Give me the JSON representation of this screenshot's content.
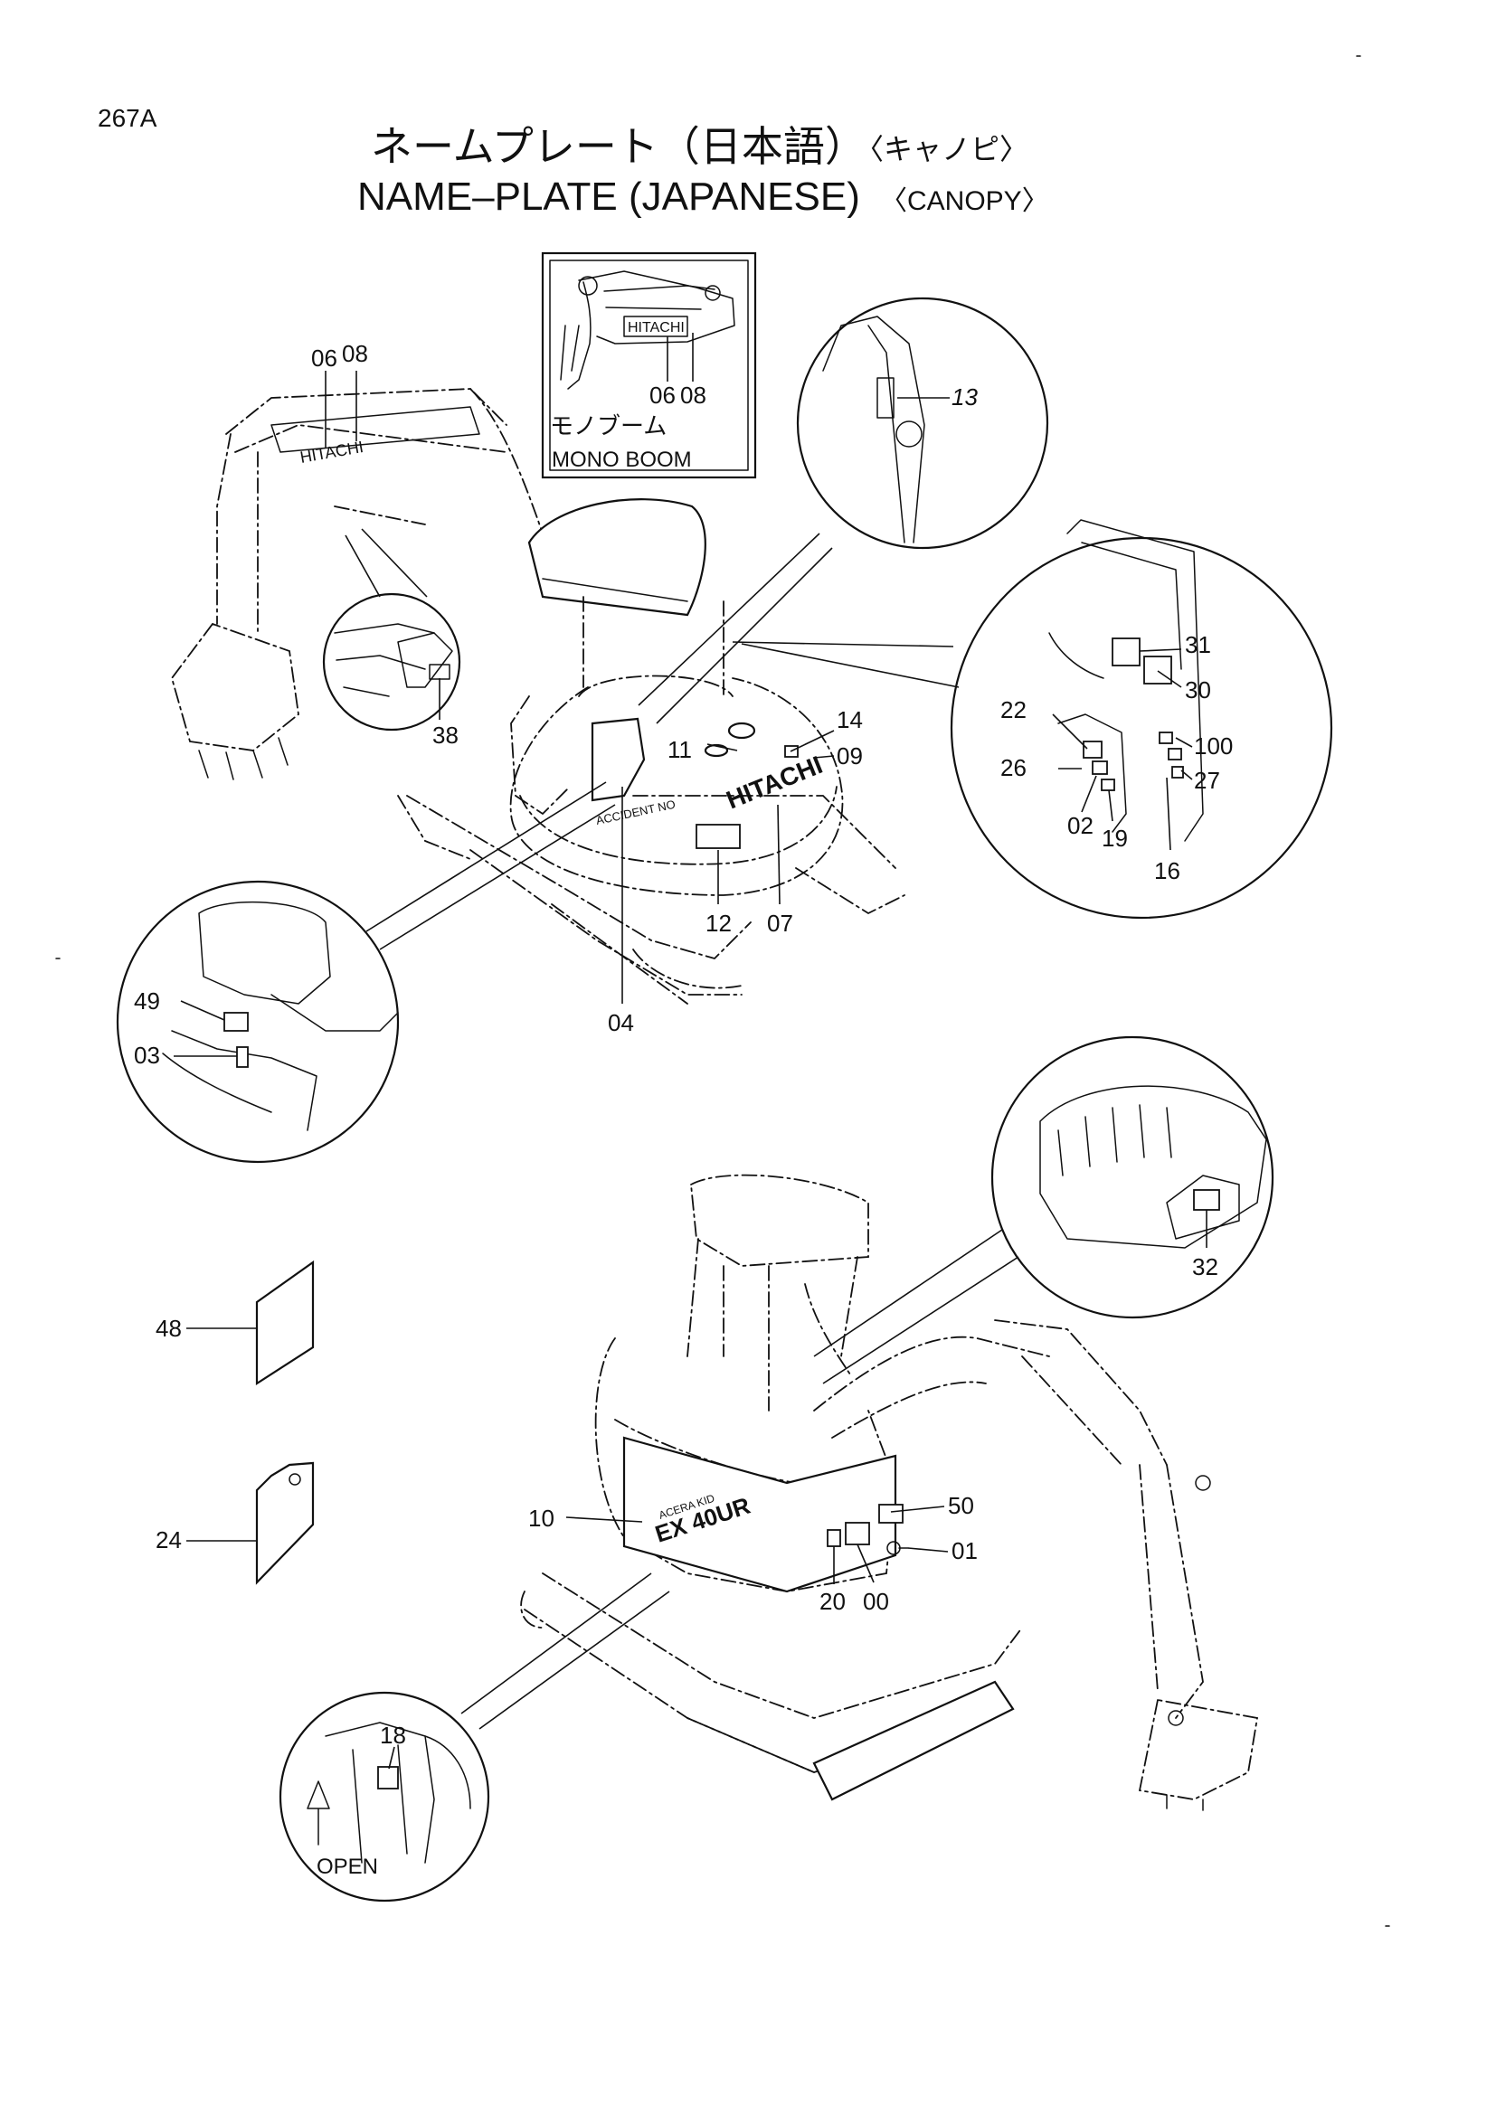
{
  "page": {
    "code": "267A",
    "title_jp": "ネームプレート（日本語）",
    "title_jp_variant": "〈キャノピ〉",
    "title_en": "NAME–PLATE (JAPANESE)",
    "title_en_variant": "〈CANOPY〉"
  },
  "inset": {
    "label_jp": "モノブーム",
    "label_en": "MONO BOOM",
    "brand_text": "HITACHI",
    "callouts": [
      "06",
      "08"
    ]
  },
  "upper_machine": {
    "brand_text": "HITACHI",
    "rear_text": "HITACHI",
    "door_text": "ACCIDENT NO"
  },
  "lower_machine": {
    "model_text": "EX 40UR",
    "sub_text": "ACERA KID"
  },
  "labels": {
    "open": "OPEN"
  },
  "callouts": {
    "c00": "00",
    "c01": "01",
    "c02": "02",
    "c03": "03",
    "c04": "04",
    "c06": "06",
    "c07": "07",
    "c08": "08",
    "c09": "09",
    "c10": "10",
    "c11": "11",
    "c12": "12",
    "c13": "13",
    "c14": "14",
    "c16": "16",
    "c18": "18",
    "c19": "19",
    "c20": "20",
    "c22": "22",
    "c24": "24",
    "c26": "26",
    "c27": "27",
    "c30": "30",
    "c31": "31",
    "c32": "32",
    "c38": "38",
    "c48": "48",
    "c49": "49",
    "c50": "50",
    "c100": "100"
  }
}
